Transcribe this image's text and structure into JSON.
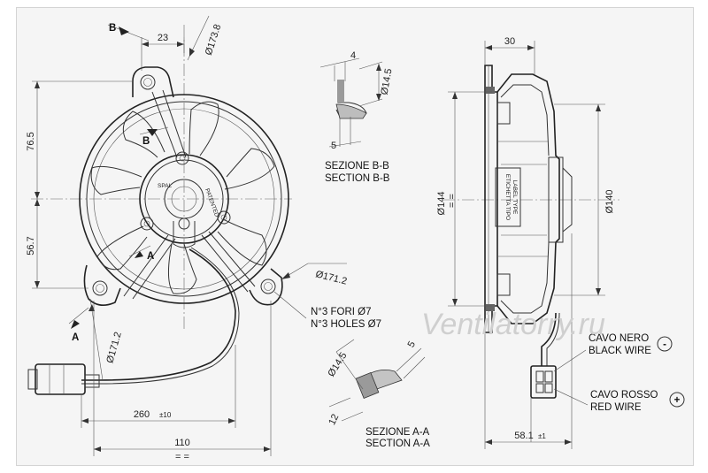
{
  "dimensions": {
    "d_173_8": "Ø173.8",
    "d_23": "23",
    "d_76_5": "76.5",
    "d_56_7": "56.7",
    "d_171_2_right": "Ø171.2",
    "d_171_2_left": "Ø171.2",
    "d_260": "260",
    "d_260_tol": "±10",
    "d_110": "110",
    "eq_marks": "= =",
    "d_4": "4",
    "d_14_5_top": "Ø14.5",
    "d_5_top": "5",
    "d_14_5_bottom": "Ø14.5",
    "d_5_bottom": "5",
    "d_12": "12",
    "d_30": "30",
    "d_144": "Ø144",
    "eq_side": "= =",
    "d_140": "Ø140",
    "d_58_1": "58.1",
    "d_58_1_tol": "±1"
  },
  "labels": {
    "section_letter_b": "B",
    "section_letter_a": "A",
    "section_bb_it": "SEZIONE B-B",
    "section_bb_en": "SECTION B-B",
    "section_aa_it": "SEZIONE A-A",
    "section_aa_en": "SECTION A-A",
    "holes_it": "N°3 FORI Ø7",
    "holes_en": "N°3 HOLES Ø7",
    "label_type_it": "ETICHETTA TIPO",
    "label_type_en": "LABEL TYPE",
    "black_wire_it": "CAVO NERO",
    "black_wire_en": "BLACK WIRE",
    "red_wire_it": "CAVO ROSSO",
    "red_wire_en": "RED WIRE",
    "minus_symbol": "-",
    "plus_symbol": "+",
    "watermark": "Ventilatorry.ru",
    "hub_logo": "SPAL",
    "hub_text": "PATENTED"
  }
}
